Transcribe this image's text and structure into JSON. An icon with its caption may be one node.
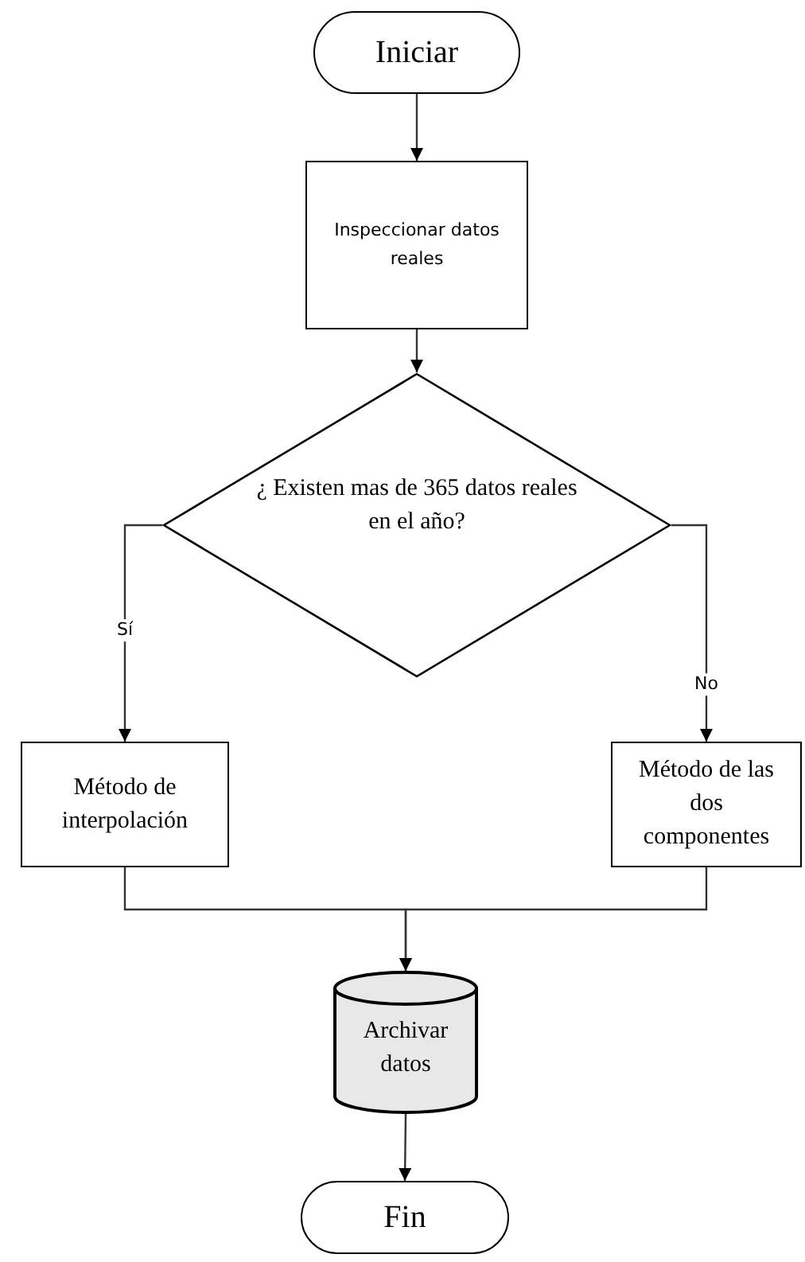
{
  "diagram": {
    "nodes": [
      {
        "text": [
          "Iniciar"
        ]
      },
      {
        "text": [
          "Inspeccionar datos reales"
        ]
      },
      {
        "text": [
          "¿ Existen mas de 365 datos reales en el año?"
        ]
      },
      {
        "text": [
          "Método de interpolación"
        ]
      },
      {
        "text": [
          "Método de las dos componentes"
        ]
      },
      {
        "text": [
          "Archivar datos"
        ]
      },
      {
        "text": [
          "Fin"
        ]
      }
    ],
    "edges": [
      {
        "from": 0,
        "to": 1,
        "arrow": "to"
      },
      {
        "from": 1,
        "to": 2,
        "arrow": "to"
      },
      {
        "from": 2,
        "to": 3,
        "arrow": "to",
        "label": "Sí"
      },
      {
        "from": 2,
        "to": 4,
        "arrow": "to",
        "label": "No"
      },
      {
        "from": 3,
        "to": 5,
        "arrow": "to"
      },
      {
        "from": 4,
        "to": 5,
        "arrow": "to"
      },
      {
        "from": 5,
        "to": 6,
        "arrow": "to"
      }
    ]
  }
}
